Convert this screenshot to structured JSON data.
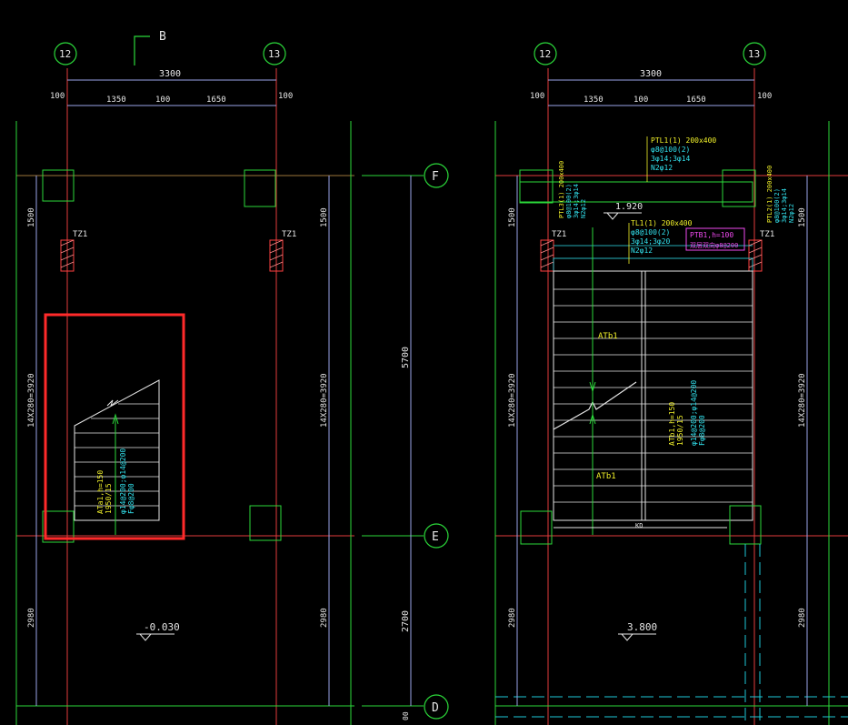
{
  "colors": {
    "background": "#000000",
    "axis_line": "#e23b3b",
    "wall_line": "#2bd93a",
    "dimension": "#9aa3e8",
    "text_white": "#e6e6e6",
    "text_yellow": "#f2f22a",
    "text_cyan": "#32e2ee",
    "text_magenta": "#f04af0",
    "highlight_box": "#ff2a2a",
    "dashed_beam": "#1ec8d8"
  },
  "grid_labels": {
    "col_left": "12",
    "col_right": "13",
    "row_top": "F",
    "row_mid": "E",
    "row_bottom": "D"
  },
  "section_mark": "B",
  "dimensions": {
    "top_total": "3300",
    "top_edge": "100",
    "top_seg1": "1350",
    "top_gap": "100",
    "top_seg2": "1650",
    "side_top": "1500",
    "side_stair": "14X280=3920",
    "side_bottom": "2980",
    "mid_top": "5700",
    "mid_bottom": "2700",
    "mid_bottom_small": "00"
  },
  "left_plan": {
    "column_tag_left": "TZ1",
    "column_tag_right": "TZ1",
    "stair_tag_line1": "ATa1,h=150",
    "stair_tag_line2": "1950/15",
    "stair_rebar_line1": "φ14@200;φ14@200",
    "stair_rebar_line2": "Fφ8@200",
    "elevation": "-0.030"
  },
  "right_plan": {
    "column_tag_left": "TZ1",
    "column_tag_right": "TZ1",
    "beam_ptl1": [
      "PTL1(1) 200x400",
      "φ8@100(2)",
      "3φ14;3φ14",
      "N2φ12"
    ],
    "beam_ptl3": [
      "PTL3(1) 200x400",
      "φ8@100(2)",
      "3φ14;3φ14",
      "N2φ12"
    ],
    "beam_ptl2": [
      "PTL2(1) 200x400",
      "φ8@100(2)",
      "3φ14;3φ14",
      "N2φ12"
    ],
    "beam_tl1": [
      "TL1(1) 200x400",
      "φ8@100(2)",
      "3φ14;3φ20",
      "N2φ12"
    ],
    "landing_elev": "1.920",
    "slab_tag": [
      "PTB1,h=100",
      "双层双向φ8@200"
    ],
    "flight_label_upper": "ATb1",
    "flight_label_lower": "ATb1",
    "flight_tag_line1": "ATb1,h=150",
    "flight_tag_line2": "1950/15",
    "flight_rebar_line1": "φ14@200;φ14@200",
    "flight_rebar_line2": "Fφ8@200",
    "elevation": "3.800",
    "bottom_marker": "KD"
  }
}
